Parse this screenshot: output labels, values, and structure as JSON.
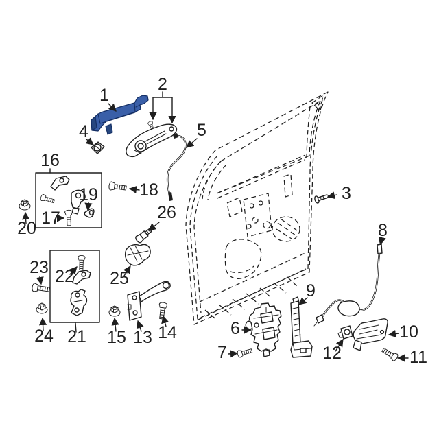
{
  "diagram": {
    "type": "exploded-parts-diagram",
    "highlighted_callout": "1"
  },
  "colors": {
    "background": "#ffffff",
    "line": "#1f1f1f",
    "highlight": "#3a5fa8",
    "highlight_dark": "#27477f",
    "highlight_outline": "#142e63"
  },
  "callouts": {
    "n1": "1",
    "n2": "2",
    "n3": "3",
    "n4": "4",
    "n5": "5",
    "n6": "6",
    "n7": "7",
    "n8": "8",
    "n9": "9",
    "n10": "10",
    "n11": "11",
    "n12": "12",
    "n13": "13",
    "n14": "14",
    "n15": "15",
    "n16": "16",
    "n17": "17",
    "n18": "18",
    "n19": "19",
    "n20": "20",
    "n21": "21",
    "n22": "22",
    "n23": "23",
    "n24": "24",
    "n25": "25",
    "n26": "26"
  }
}
